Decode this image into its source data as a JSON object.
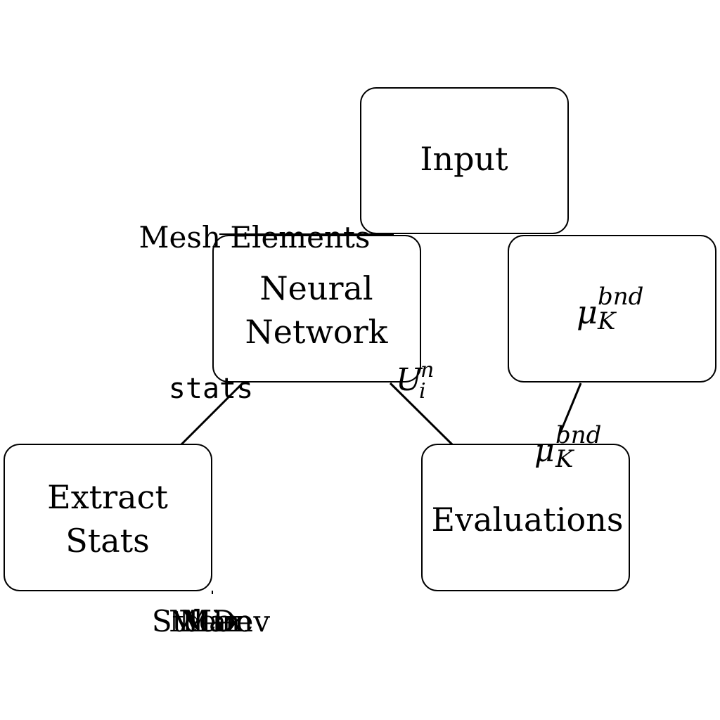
{
  "nodes": {
    "input": {
      "label": "Input"
    },
    "neural_network": {
      "line1": "Neural",
      "line2": "Network"
    },
    "mu_bnd": {
      "base": "μ",
      "sup": "bnd",
      "sub": "K"
    },
    "extract_stats": {
      "line1": "Extract",
      "line2": "Stats"
    },
    "evaluations": {
      "label": "Evaluations"
    }
  },
  "edge_labels": {
    "mesh_elements": "Mesh Elements",
    "stats": "stats",
    "u_i_n": {
      "base": "U",
      "sup": "n",
      "sub": "i"
    },
    "mu_bnd": {
      "base": "μ",
      "sup": "bnd",
      "sub": "K"
    }
  },
  "output_labels": [
    "Std Dev",
    "Mean",
    "Min",
    "Max"
  ]
}
